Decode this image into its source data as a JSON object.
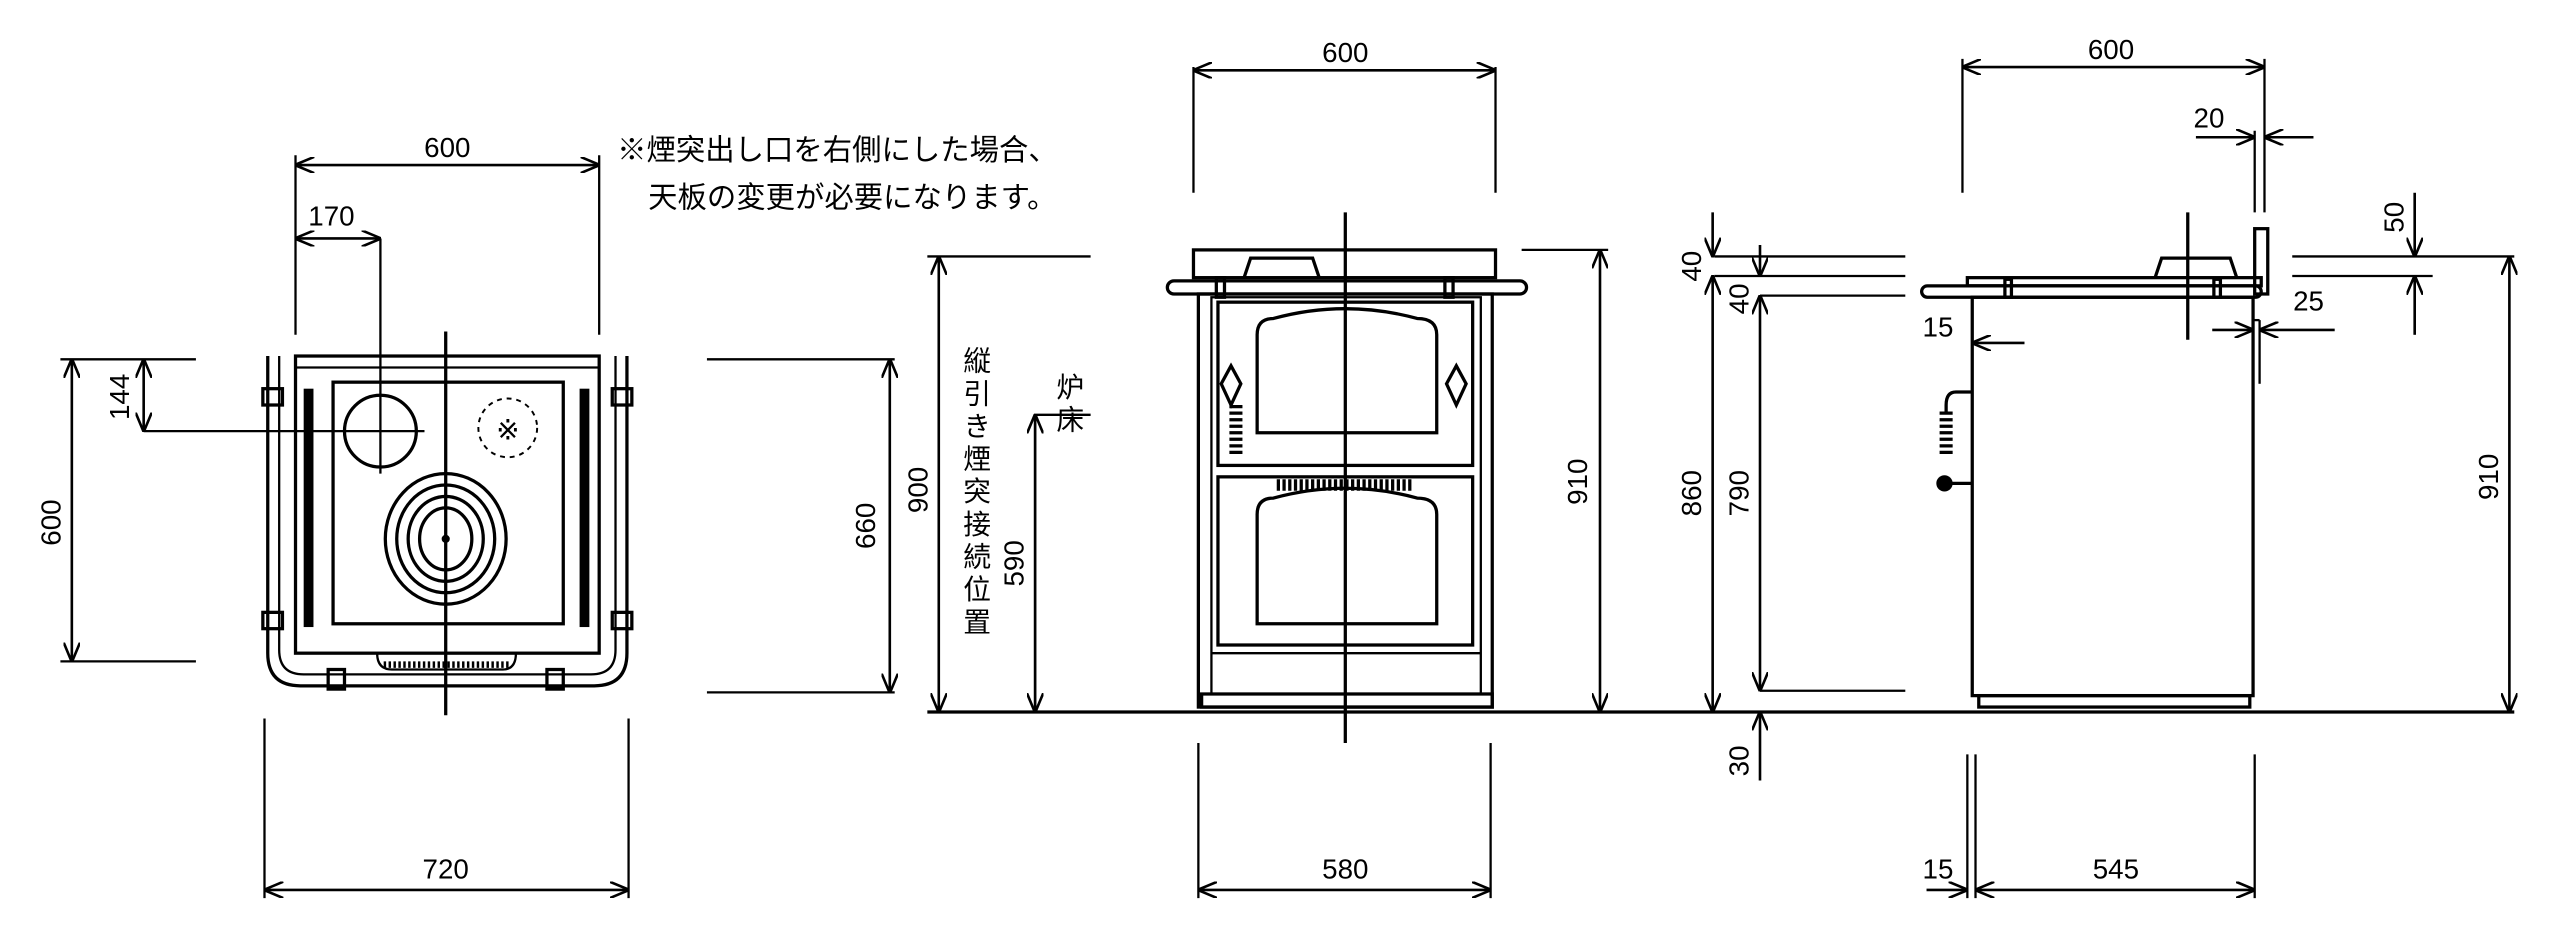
{
  "note": {
    "line1": "※煙突出し口を右側にした場合、",
    "line2": "天板の変更が必要になります。"
  },
  "top_view": {
    "width_top": "600",
    "flue_offset_x": "170",
    "flue_offset_y": "144",
    "depth": "600",
    "depth_overall": "660",
    "width_overall": "720",
    "alt_flue_mark": "※"
  },
  "front_view": {
    "chimney_height": "900",
    "chimney_label": "縦引き煙突接続位置",
    "hearth_height": "590",
    "hearth_label": "炉床",
    "width_top": "600",
    "height": "910",
    "width_body": "580"
  },
  "side_dims": {
    "top_thickness": "40",
    "rail_thickness": "40",
    "body_height": "860",
    "door_height": "790",
    "base_height": "30"
  },
  "side_view": {
    "depth_top": "600",
    "back_plate": "20",
    "back_plate_height": "50",
    "back_gap": "25",
    "front_overhang": "15",
    "height": "910",
    "base_offset": "15",
    "body_depth": "545"
  }
}
